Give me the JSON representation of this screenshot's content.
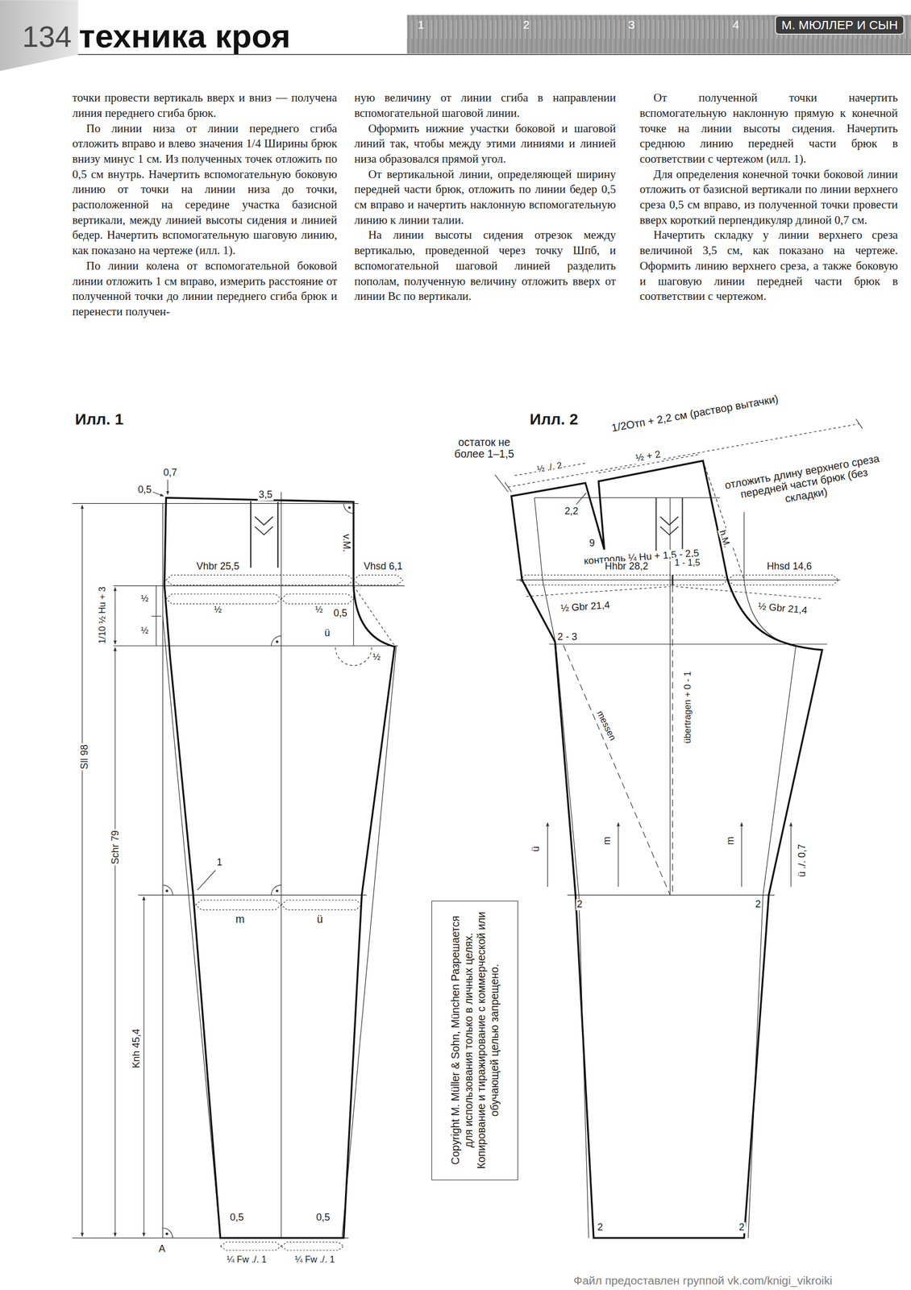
{
  "diagram": {
    "title": "техника кроя",
    "nodes": [
      {
        "text": [
          "М. МЮЛЛЕР И СЫН"
        ]
      },
      {
        "text": [
          "Copyright M. Müller & Sohn, München Разрешается для использования только в личных целях. Копирование и тиражирование с коммерческой или обучающей целью запрещено."
        ]
      }
    ],
    "labels": [
      "134",
      "1",
      "2",
      "3",
      "4",
      "точки провести вертикаль вверх и вниз — получена линия переднего сгиба брюк.",
      "По линии низа от линии переднего сгиба отложить вправо и влево значения 1/4 Ширины брюк внизу минус 1 см. Из полученных точек отложить по 0,5 см внутрь. Начертить вспомогательную боковую линию от точки на линии низа до точки, расположенной на середине участка базисной вертикали, между линией высоты сидения и линией бедер. Начертить вспомогательную шаговую линию, как показано на чертеже (илл. 1).",
      "По линии колена от вспомогательной боковой линии отложить 1 см вправо, измерить расстояние от полученной точки до линии переднего сгиба брюк и перенести получен-",
      "ную величину от линии сгиба в направлении вспомогательной шаговой линии.",
      "Оформить нижние участки боковой и шаговой линий так, чтобы между этими линиями и линией низа образовался прямой угол.",
      "От вертикальной линии, определяющей ширину передней части брюк, отложить по линии бедер 0,5 см вправо и начертить наклонную вспомогательную линию к линии талии.",
      "На линии высоты сидения отрезок между вертикалью, проведенной через точку Шпб, и вспомогательной шаговой линией разделить пополам, полученную величину отложить вверх от линии Вс по вертикали.",
      "От полученной точки начертить вспомогательную наклонную прямую к конечной точке на линии высоты сидения. Начертить среднюю линию передней части брюк в соответствии с чертежом (илл. 1).",
      "Для определения конечной точки боковой линии отложить от базисной вертикали по линии верхнего среза 0,5 см вправо, из полученной точки провести вверх короткий перпендикуляр длиной 0,7 см.",
      "Начертить складку у линии верхнего среза величиной 3,5 см, как показано на чертеже. Оформить линию верхнего среза, а также боковую и шаговую линии передней части брюк в соответствии с чертежом.",
      "Илл. 1",
      "Илл. 2",
      "0,7",
      "0,5",
      "3,5",
      "v.M.",
      "Vhbr 25,5",
      "Vhsd 6,1",
      "1/10 ½ Hu + 3",
      "½",
      "½",
      "½",
      "½",
      "0,5",
      "ü",
      "½",
      "Sll 98",
      "Schr 79",
      "1",
      "m",
      "ü",
      "Knh 45,4",
      "0,5",
      "0,5",
      "A",
      "¼ Fw ./. 1",
      "¼ Fw ./. 1",
      "остаток не более 1–1,5",
      "1/2Отп + 2,2 см (раствор вытачки)",
      "½ ./. 2",
      "½ + 2",
      "отложить длину верхнего среза передней части брюк (без складки)",
      "2,2",
      "9",
      "контроль ¼ Hu + 1,5 - 2,5",
      "h.M.",
      "Hhbr 28,2",
      "1 - 1,5",
      "Hhsd 14,6",
      "½ Gbr 21,4",
      "½ Gbr 21,4",
      "2 - 3",
      "messen",
      "übertragen + 0 - 1",
      "ü",
      "m",
      "m",
      "ü ./. 0,7",
      "2",
      "2",
      "2",
      "2",
      "Файл предоставлен группой vk.com/knigi_vikroiki"
    ]
  }
}
